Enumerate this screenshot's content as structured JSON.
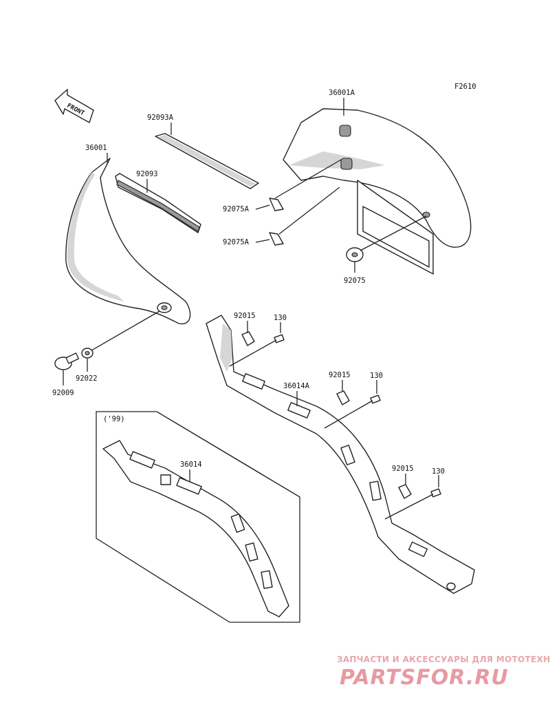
{
  "figure_code": "F2610",
  "front_label": "FRONT",
  "year_note": "('99)",
  "part_labels": {
    "p36001A": "36001A",
    "p92093A": "92093A",
    "p36001": "36001",
    "p92093": "92093",
    "p92075A_1": "92075A",
    "p92075A_2": "92075A",
    "p92075": "92075",
    "p92015_1": "92015",
    "p130_1": "130",
    "p92015_2": "92015",
    "p130_2": "130",
    "p36014A": "36014A",
    "p92015_3": "92015",
    "p130_3": "130",
    "p92022": "92022",
    "p92009": "92009",
    "p36014": "36014"
  },
  "watermark": {
    "line1": "ЗАПЧАСТИ И АКСЕССУАРЫ ДЛЯ МОТОТЕХНИКИ",
    "line2": "PARTSFOR.RU"
  }
}
